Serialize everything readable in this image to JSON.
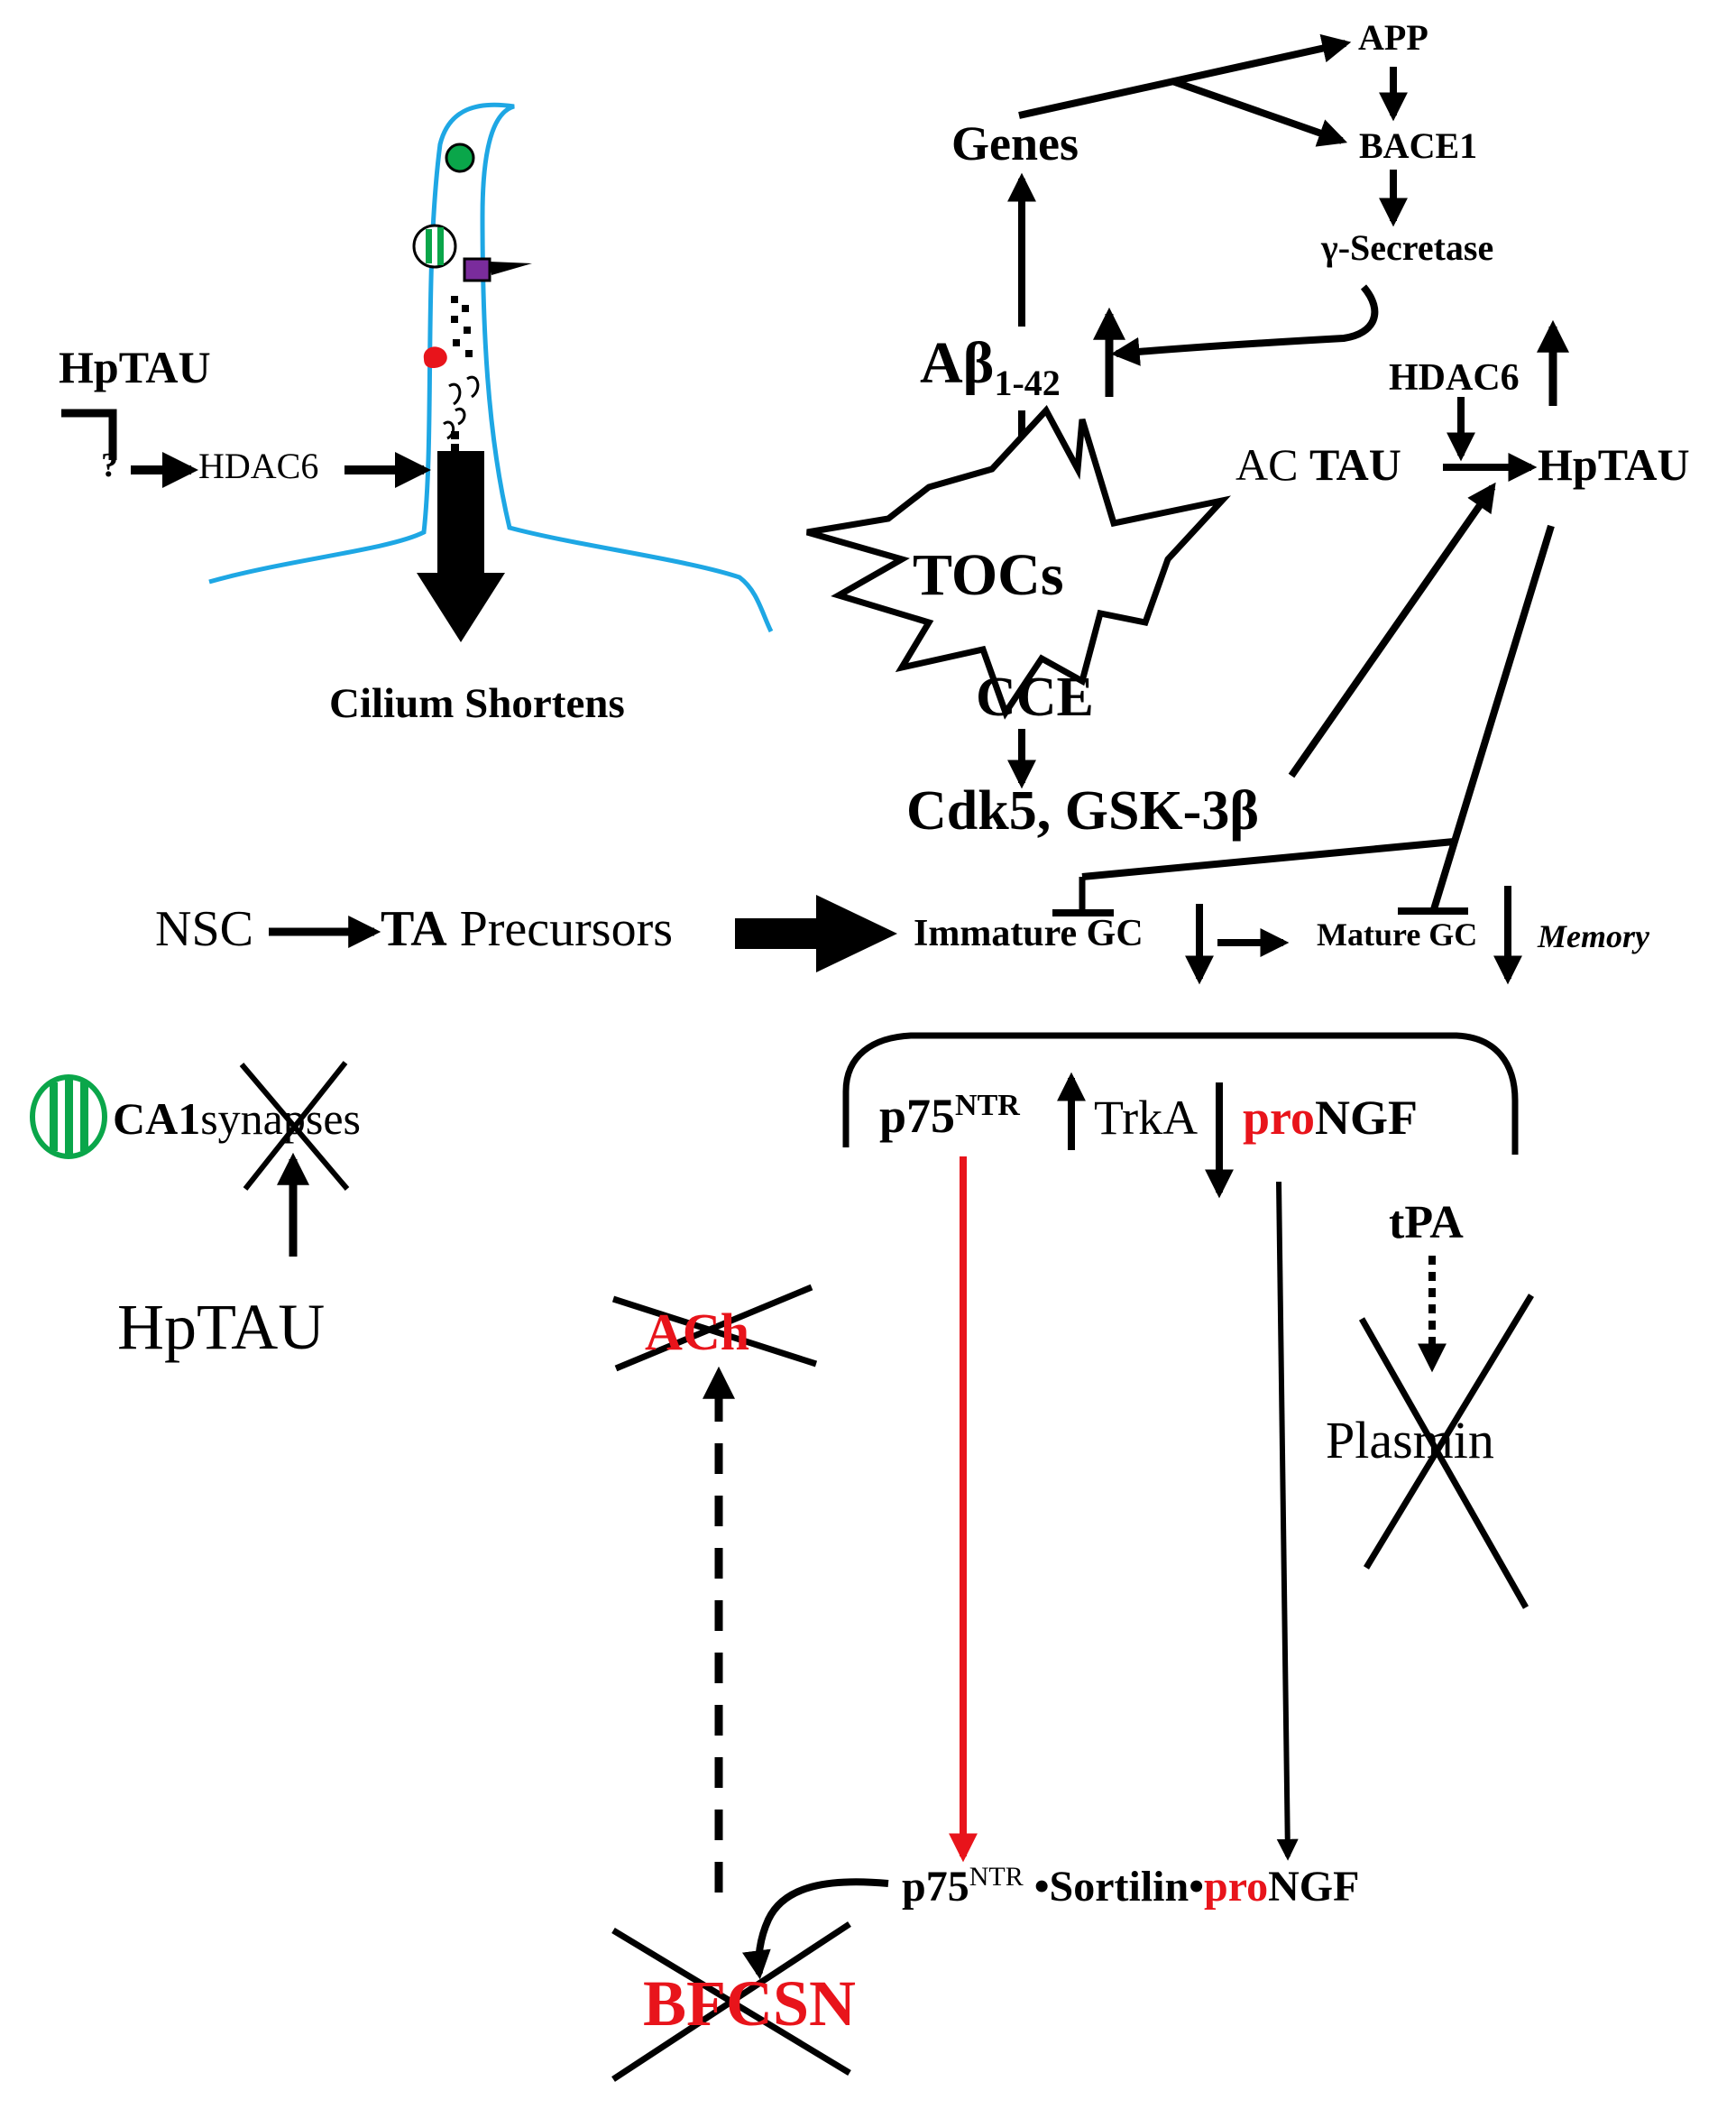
{
  "colors": {
    "ink": "#000000",
    "cilium": "#1ea7e4",
    "red": "#e8141b",
    "green": "#0aa64a",
    "purple": "#7a2c9c"
  },
  "cilium": {
    "hptau": "HpTAU",
    "question": "?",
    "hdac6": "HDAC6",
    "caption": "Cilium Shortens"
  },
  "amyloid": {
    "app": "APP",
    "bace1": "BACE1",
    "secretase": "γ-Secretase",
    "genes": "Genes",
    "abeta": "Aβ",
    "abeta_sub": "1-42",
    "tocs": "TOCs",
    "cce": "CCE",
    "kinases": "Cdk5, GSK-3β"
  },
  "tau": {
    "hdac6": "HDAC6",
    "ac": "AC",
    "tau": "TAU",
    "hptau": "HpTAU"
  },
  "neurogenesis": {
    "nsc": "NSC",
    "ta": "TA",
    "precursors": "Precursors",
    "immature_gc": "Immature GC",
    "mature_gc": "Mature GC",
    "memory": "Memory"
  },
  "ca1": {
    "label": "CA1",
    "synapses": "synapses",
    "hptau": "HpTAU"
  },
  "neurotrophin": {
    "p75": "p75",
    "ntr": "NTR",
    "trka": "TrkA",
    "pro": "pro",
    "ngf": "NGF",
    "tpa": "tPA",
    "plasmin": "Plasmin",
    "ach": "ACh",
    "bfcsn": "BFCSN",
    "complex_p75": "p75",
    "complex_ntr": "NTR",
    "complex_sortilin": "•Sortilin•",
    "complex_pro": "pro",
    "complex_ngf": "NGF"
  }
}
